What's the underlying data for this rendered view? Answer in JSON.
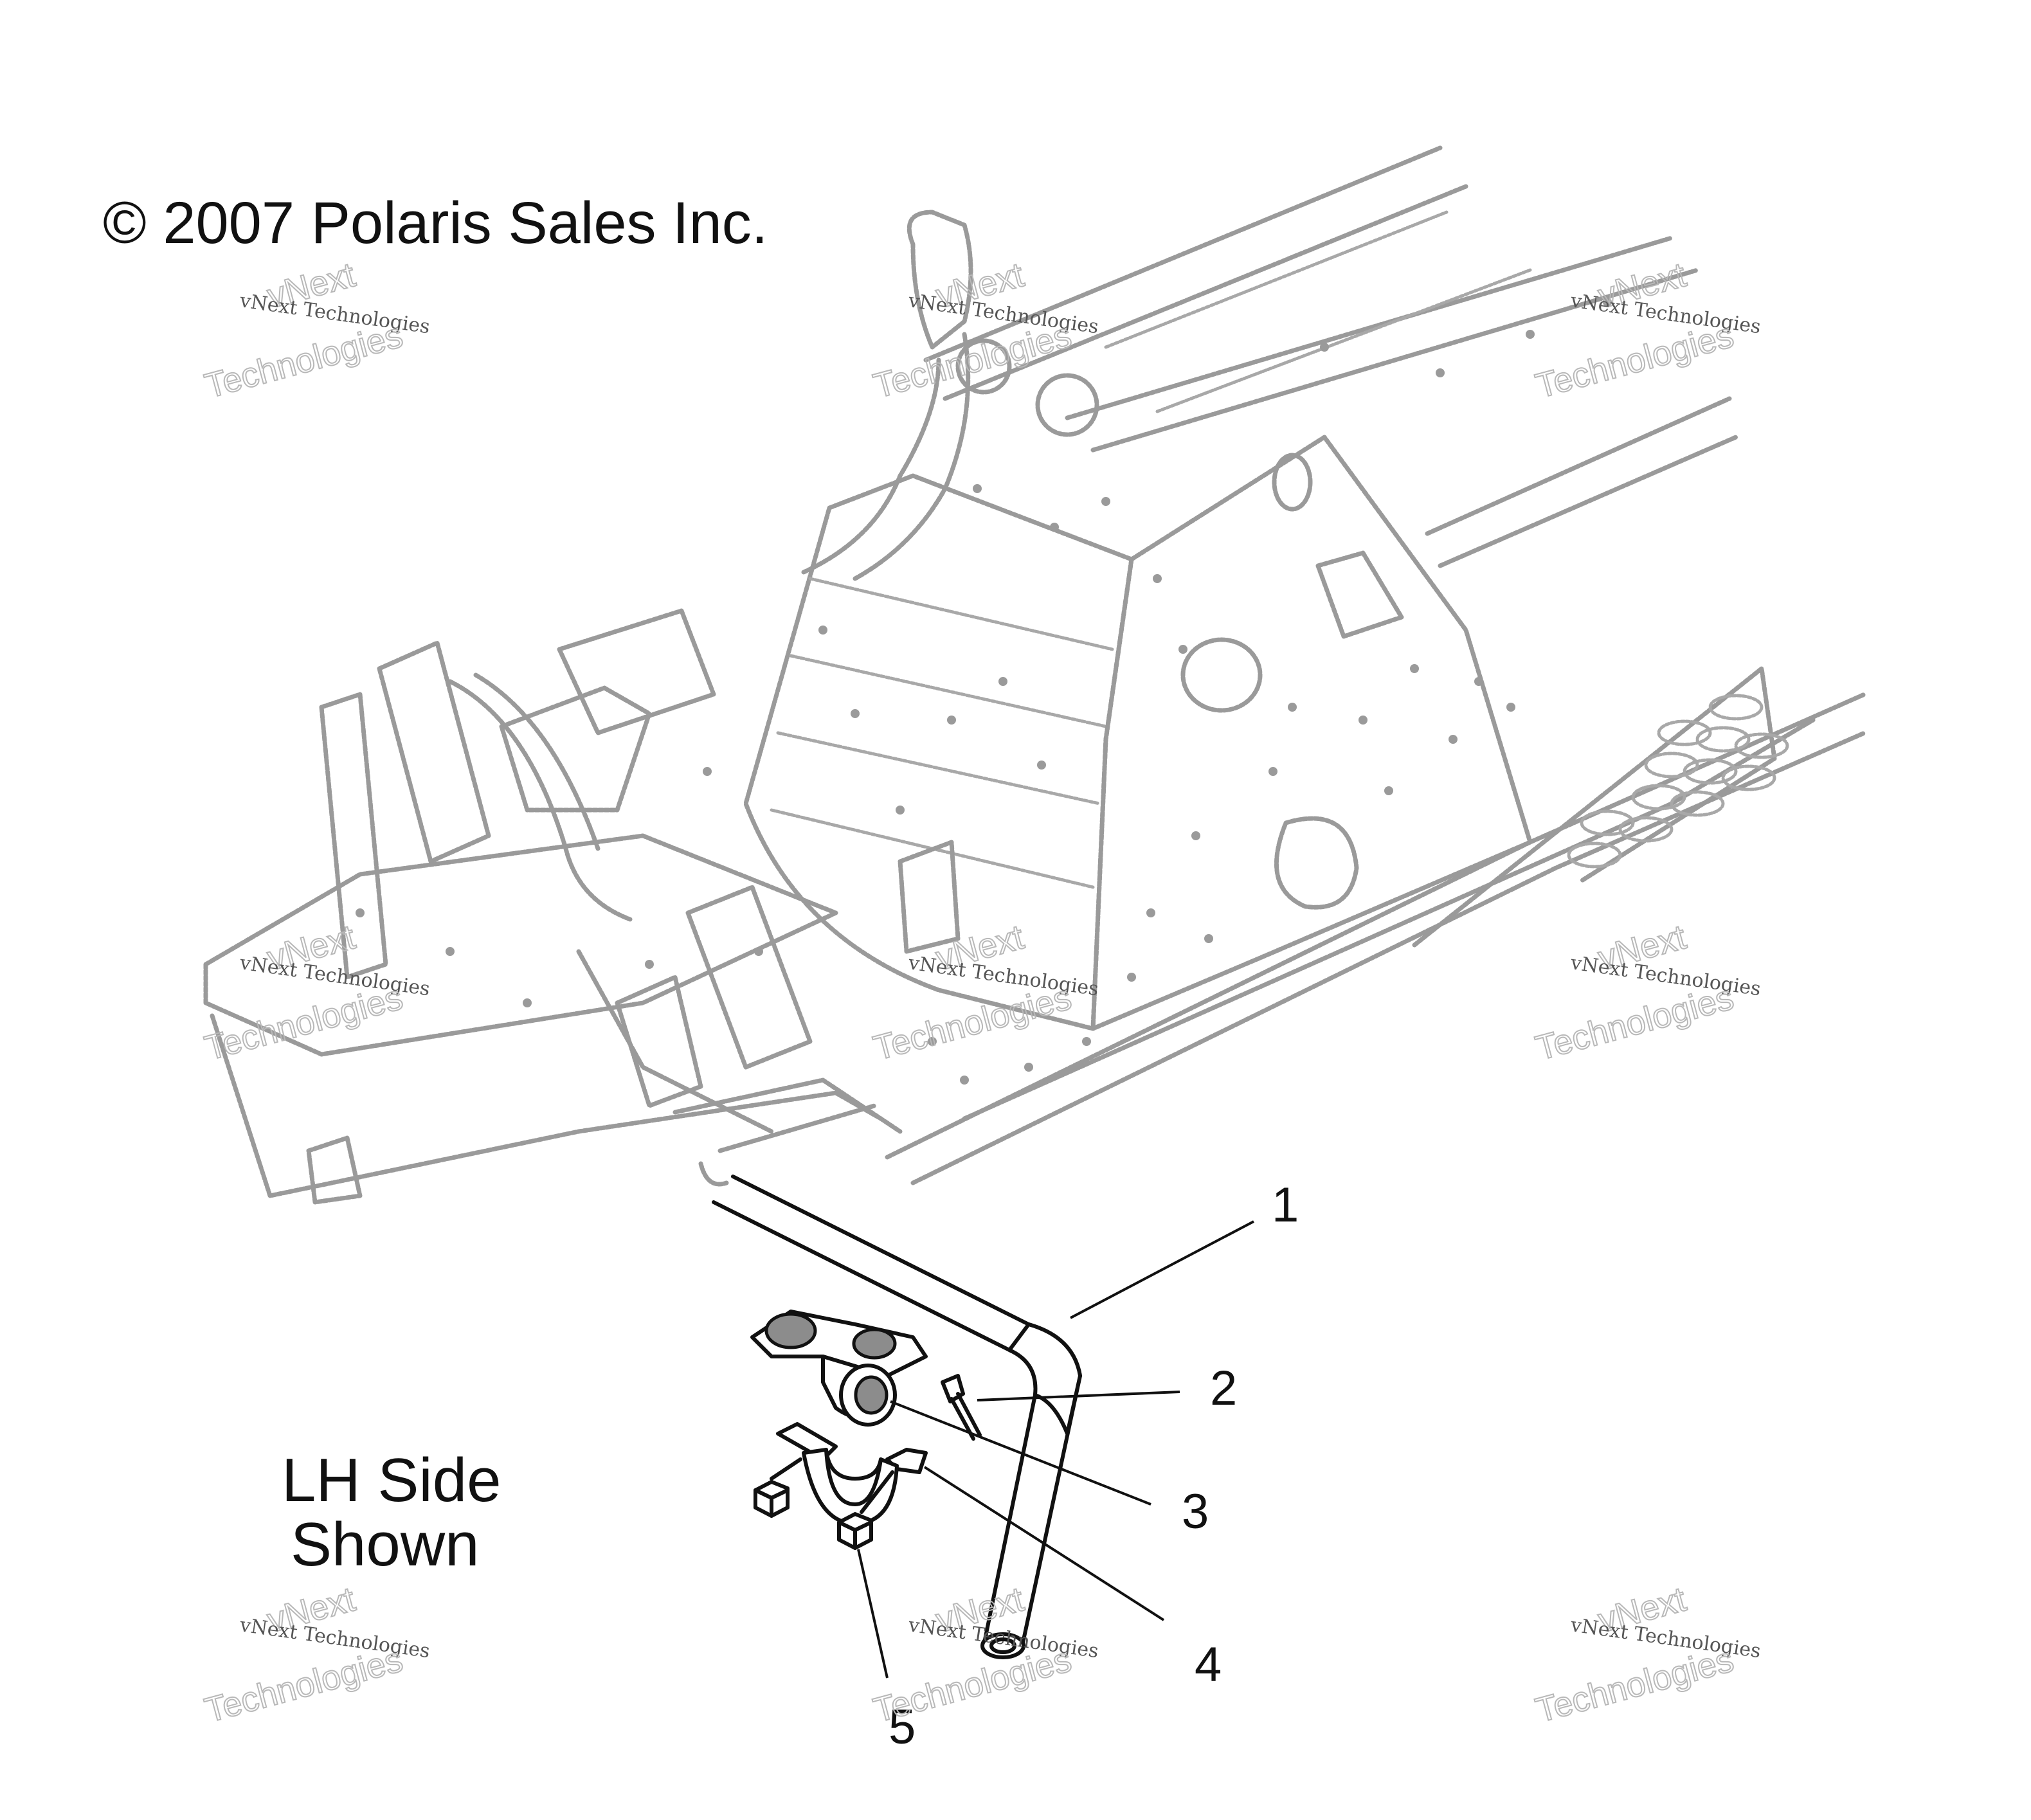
{
  "copyright": "© 2007 Polaris Sales Inc.",
  "side_note": {
    "line1": "LH Side",
    "line2": "Shown"
  },
  "watermark": {
    "small": "vNext Technologies",
    "big_top": "vNext",
    "big_bottom": "Technologies"
  },
  "callouts": [
    {
      "id": "1",
      "label": "1"
    },
    {
      "id": "2",
      "label": "2"
    },
    {
      "id": "3",
      "label": "3"
    },
    {
      "id": "4",
      "label": "4"
    },
    {
      "id": "5",
      "label": "5"
    }
  ],
  "colors": {
    "frame": "#9a9a9a",
    "parts": "#111111",
    "background": "#ffffff"
  }
}
